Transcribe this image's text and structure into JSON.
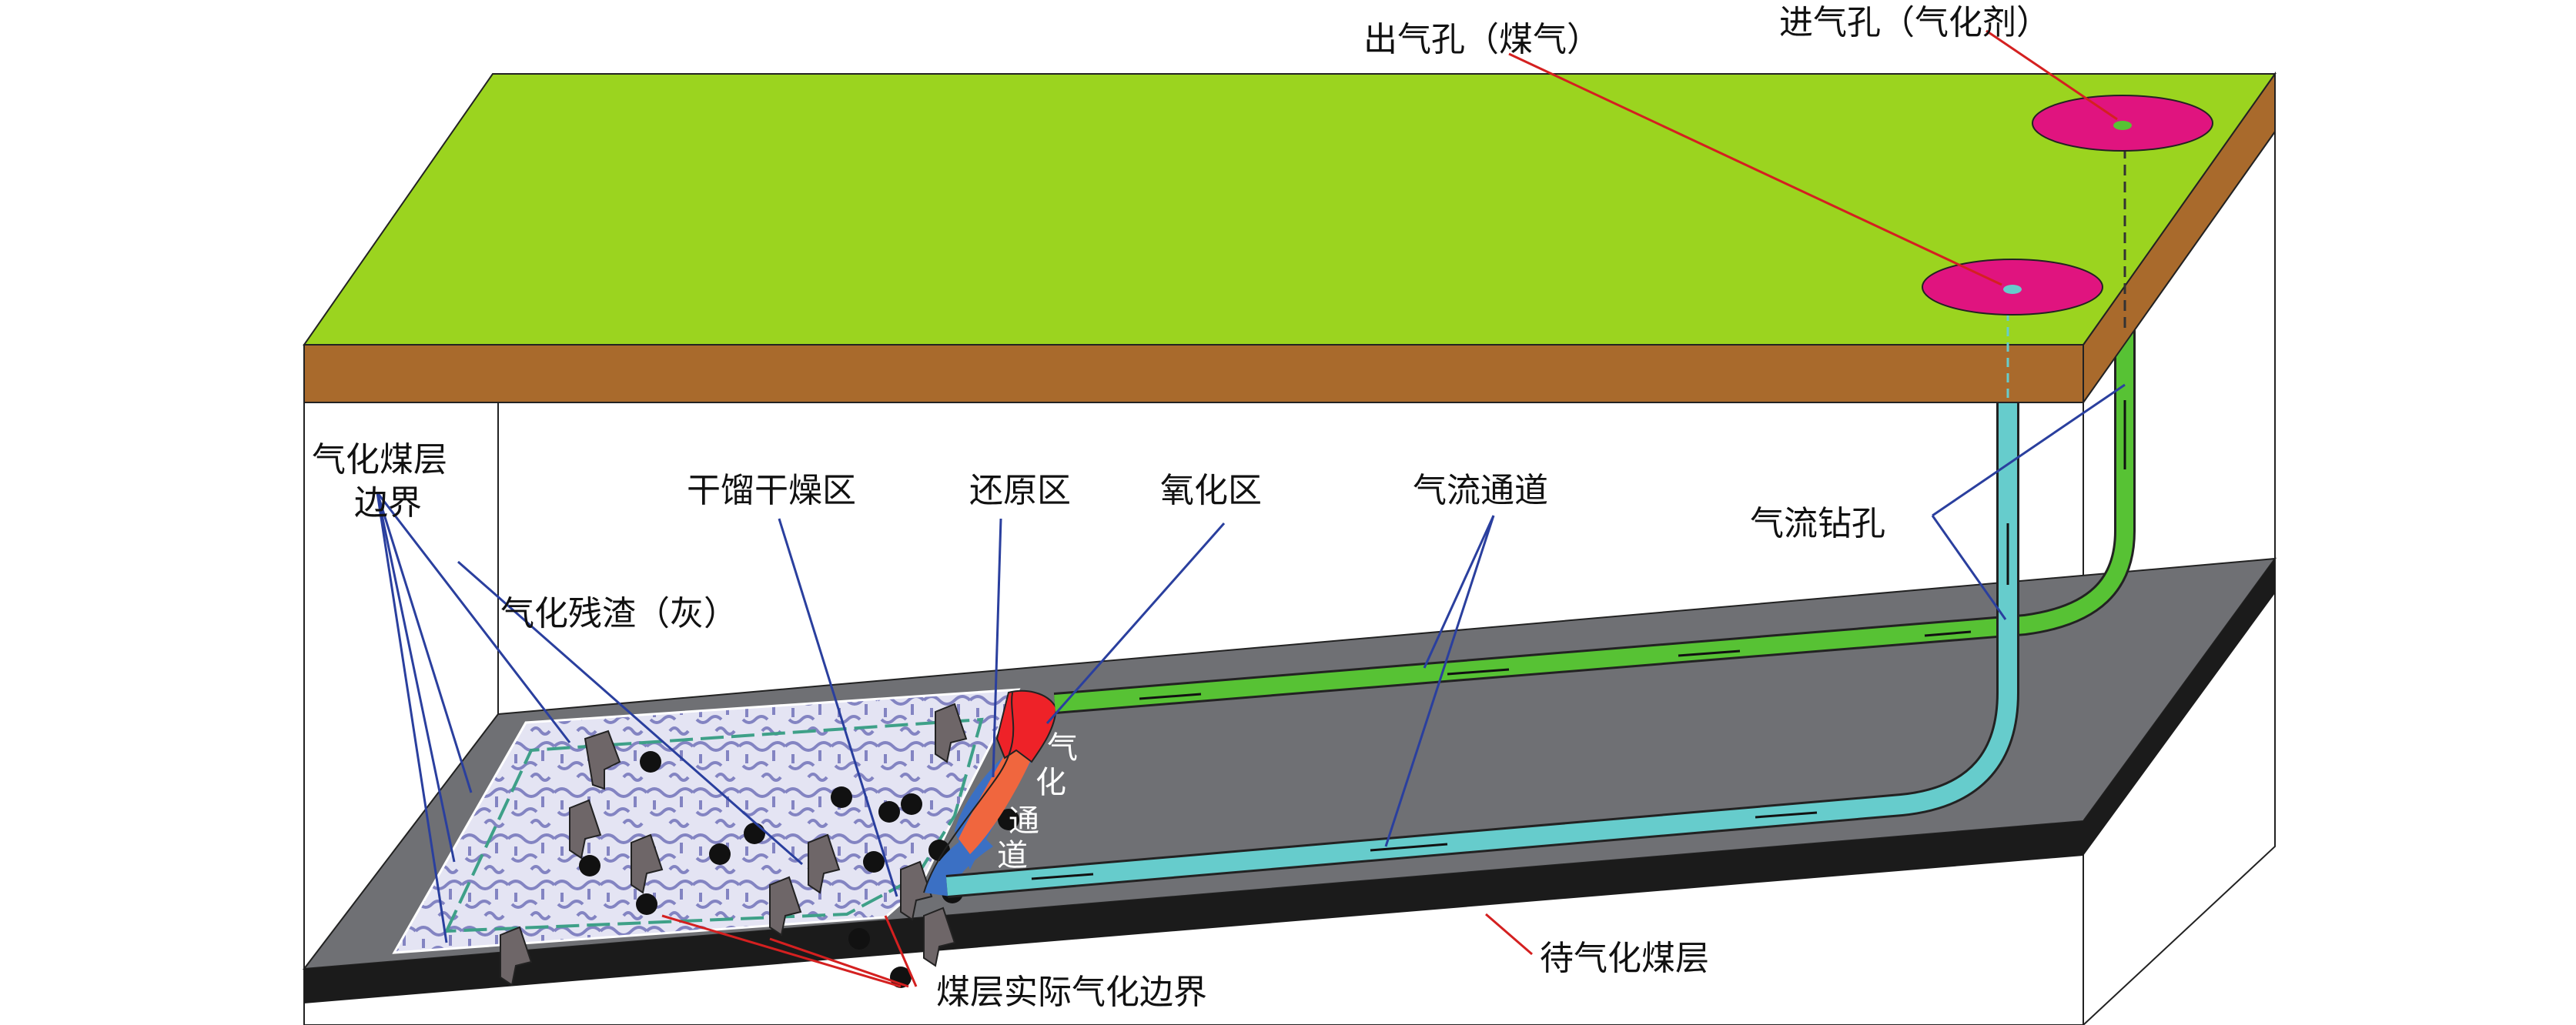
{
  "labels": {
    "outlet": "出气孔（煤气）",
    "inlet": "进气孔（气化剂）",
    "boundary_line1": "气化煤层",
    "boundary_line2": "边界",
    "dry_zone": "干馏干燥区",
    "reduction_zone": "还原区",
    "oxidation_zone": "氧化区",
    "airflow_channel": "气流通道",
    "airflow_borehole": "气流钻孔",
    "residue": "气化残渣（灰）",
    "coal_to_gasify": "待气化煤层",
    "actual_boundary": "煤层实际气化边界",
    "gas_channel_chars": [
      "气",
      "化",
      "通",
      "道"
    ]
  },
  "colors": {
    "surface": "#9bd41f",
    "soil": "#a96a2c",
    "coal": "#6f7074",
    "coal_base": "#1b1b1b",
    "inlet_pipe": "#57c234",
    "outlet_pipe": "#66cccc",
    "hole": "#e0147f",
    "oxidation": "#ee2228",
    "reduction": "#f0663e",
    "dry": "#3b70c4"
  }
}
